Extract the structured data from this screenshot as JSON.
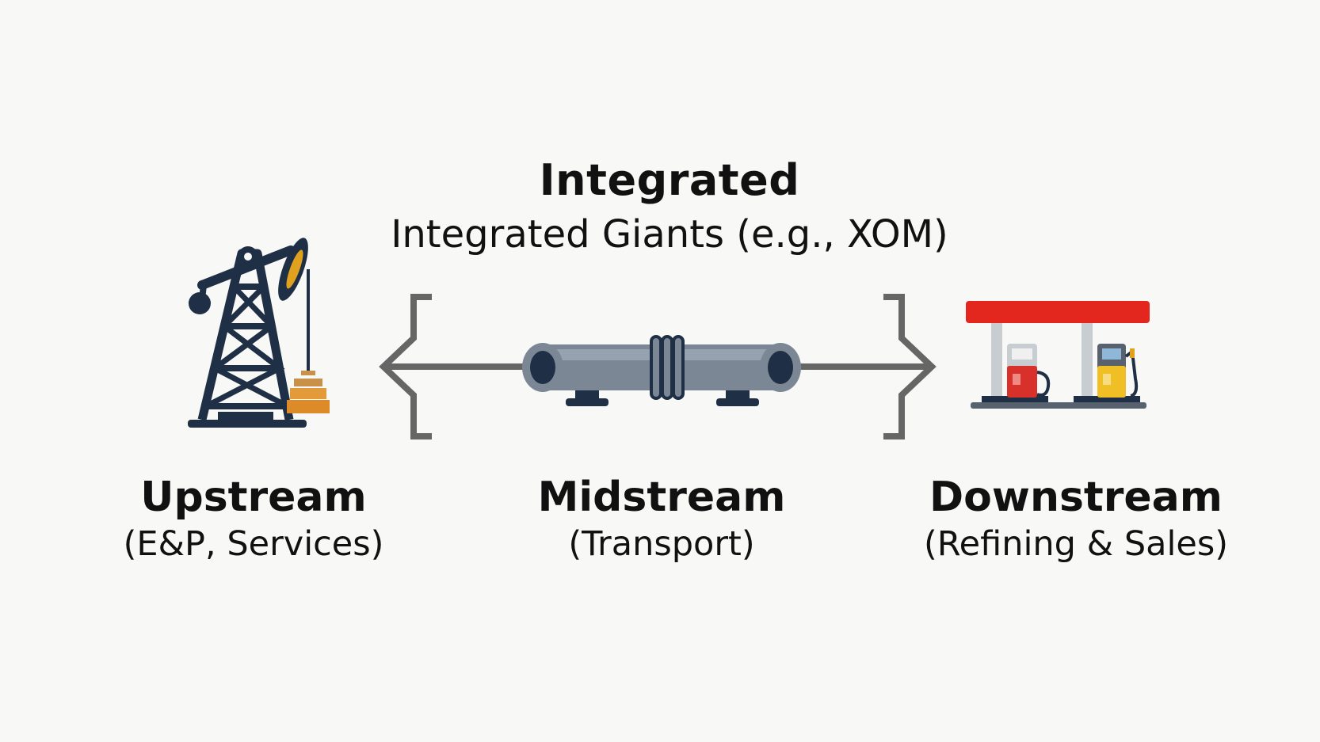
{
  "header": {
    "title": "Integrated",
    "subtitle": "Integrated Giants (e.g., XOM)"
  },
  "stages": [
    {
      "title": "Upstream",
      "subtitle": "(E&P, Services)",
      "icon": "oil-pump-jack-icon"
    },
    {
      "title": "Midstream",
      "subtitle": "(Transport)",
      "icon": "pipeline-icon"
    },
    {
      "title": "Downstream",
      "subtitle": "(Refining & Sales)",
      "icon": "gas-station-icon"
    }
  ],
  "colors": {
    "background": "#f8f8f6",
    "text": "#111111",
    "rig": "#1f2f45",
    "rig_accent": "#e0a21e",
    "weight_orange": "#dd8a28",
    "pipe": "#7c8796",
    "pipe_dark": "#1f2f45",
    "bracket": "#666666",
    "station_roof": "#e3271f",
    "pump_red": "#d8302b",
    "pump_yellow": "#f0be25"
  }
}
